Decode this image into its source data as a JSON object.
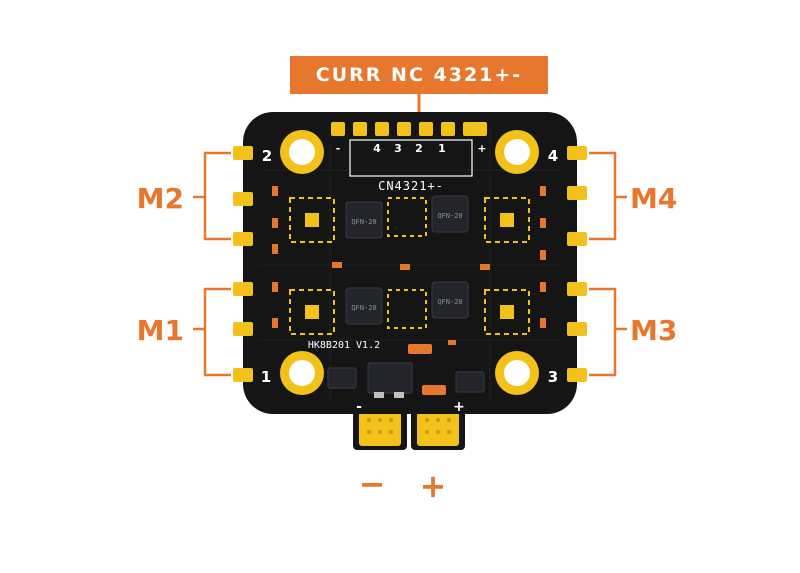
{
  "header_label": "CURR NC 4321+-",
  "motor_labels": {
    "m1": "M1",
    "m2": "M2",
    "m3": "M3",
    "m4": "M4"
  },
  "connector": {
    "pins": [
      "-",
      "4",
      "3",
      "2",
      "1",
      "+"
    ],
    "silkscreen": "CN4321+-"
  },
  "corner_numbers": {
    "top_left": "2",
    "top_right": "4",
    "bottom_left": "1",
    "bottom_right": "3"
  },
  "board_model": "HK8B201 V1.2",
  "chip_label": "QFN-20",
  "power_pads": {
    "minus_silk": "-",
    "plus_silk": "+"
  },
  "power_labels": {
    "minus": "−",
    "plus": "+"
  },
  "colors": {
    "accent": "#e8772e",
    "board": "#151515",
    "pad_gold": "#f2c21b",
    "pad_gold_dark": "#c99a10",
    "component_orange": "#e8772e",
    "chip": "#23252b"
  }
}
